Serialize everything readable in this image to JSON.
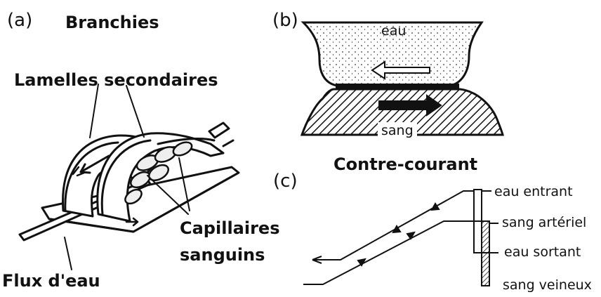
{
  "panel_a": {
    "letter": "(a)",
    "title": "Branchies",
    "label_lamelles": "Lamelles secondaires",
    "label_capillaires_line1": "Capillaires",
    "label_capillaires_line2": "sanguins",
    "label_flux": "Flux d'eau"
  },
  "panel_b": {
    "letter": "(b)",
    "label_eau": "eau",
    "label_sang": "sang",
    "caption": "Contre-courant"
  },
  "panel_c": {
    "letter": "(c)",
    "label_eau_entrant": "eau entrant",
    "label_sang_arteriel": "sang artériel",
    "label_eau_sortant": "eau sortant",
    "label_sang_veineux": "sang veineux"
  }
}
